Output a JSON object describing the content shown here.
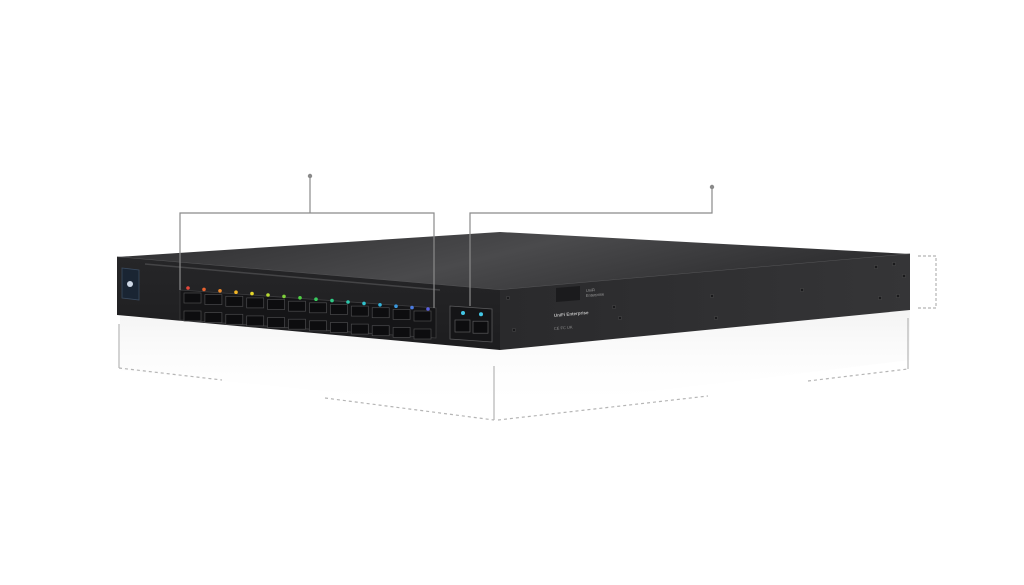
{
  "product": {
    "name": "UniFi Enterprise",
    "label_lines": [
      "UniFi",
      "Enterprise"
    ],
    "compliance_marks": "CE FC UK"
  },
  "ports": {
    "sfp_count": 24,
    "uplink_count": 2,
    "led_colors": [
      "#e5473b",
      "#e8622f",
      "#ee8a2a",
      "#f2b524",
      "#e5d62a",
      "#b7d934",
      "#7fd23b",
      "#4fcf44",
      "#39cc5e",
      "#2fcb86",
      "#2dc8ad",
      "#30c3cf",
      "#31b3dc",
      "#3a98de",
      "#4a7be0",
      "#5a5fdf"
    ],
    "uplink_led_color": "#43c7e6"
  },
  "colors": {
    "chassis_top": "#3b3b3d",
    "chassis_front": "#2a2a2c",
    "chassis_side": "#2f2f31",
    "callout_line": "#8a8a8a",
    "dimension_line": "#b5b5b5"
  }
}
